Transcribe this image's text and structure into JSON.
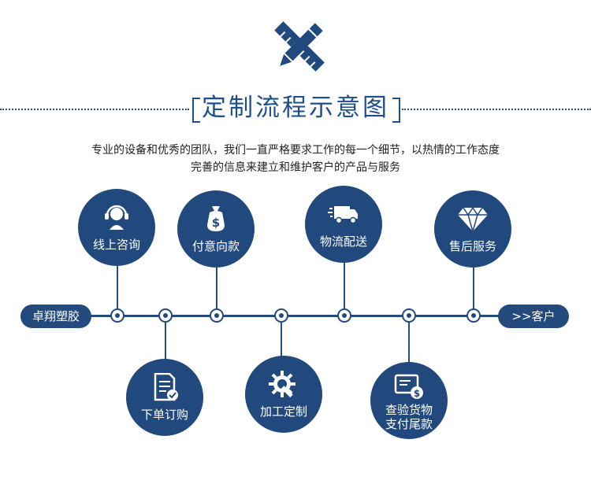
{
  "header": {
    "title": "定制流程示意图",
    "desc_line1": "专业的设备和优秀的团队，我们一直严格要求工作的每一个细节，以热情的工作态度",
    "desc_line2": "完善的信息来建立和维护客户的产品与服务"
  },
  "timeline": {
    "start_label": "卓翔塑胶",
    "end_label": ">>客户"
  },
  "steps": {
    "consult": {
      "label": "线上咨询",
      "icon": "headset-icon"
    },
    "order": {
      "label": "下单订购",
      "icon": "document-check-icon"
    },
    "pay": {
      "label": "付意向款",
      "icon": "money-bag-icon"
    },
    "produce": {
      "label": "加工定制",
      "icon": "gear-wrench-icon"
    },
    "ship": {
      "label": "物流配送",
      "icon": "delivery-truck-icon"
    },
    "inspect": {
      "label1": "查验货物",
      "label2": "支付尾款",
      "icon": "payment-card-icon"
    },
    "service": {
      "label": "售后服务",
      "icon": "diamond-icon"
    }
  },
  "colors": {
    "primary": "#21497d",
    "title": "#1e4f8c",
    "line": "#264d80"
  }
}
